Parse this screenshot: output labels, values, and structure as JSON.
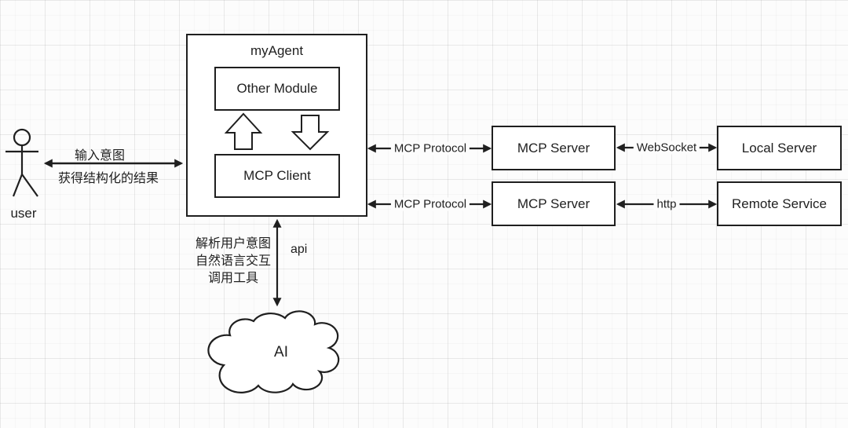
{
  "diagram": {
    "actor": {
      "label": "user"
    },
    "user_link": {
      "top": "输入意图",
      "bottom": "获得结构化的结果"
    },
    "agent": {
      "title": "myAgent",
      "other_module": "Other Module",
      "mcp_client": "MCP Client"
    },
    "connections": {
      "mcp_protocol_top": "MCP Protocol",
      "mcp_protocol_bottom": "MCP Protocol",
      "websocket": "WebSocket",
      "http": "http",
      "api": "api"
    },
    "servers": {
      "mcp_top": "MCP Server",
      "mcp_bottom": "MCP Server",
      "local": "Local Server",
      "remote": "Remote Service"
    },
    "agent_ai_note": [
      "解析用户意图",
      "自然语言交互",
      "调用工具"
    ],
    "cloud_label": "AI",
    "colors": {
      "line": "#1f1f1f",
      "box_fill": "#ffffff",
      "background": "#fcfcfc"
    }
  }
}
